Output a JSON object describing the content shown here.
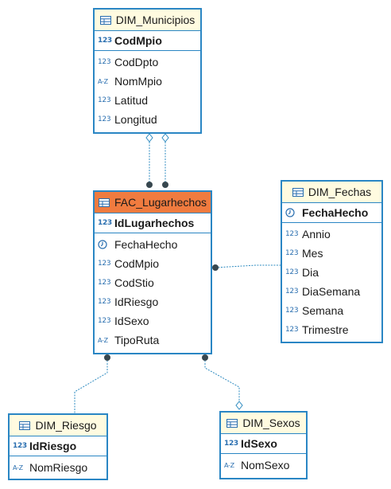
{
  "entities": {
    "dim_municipios": {
      "name": "DIM_Municipios",
      "pk": {
        "name": "CodMpio",
        "type": "123"
      },
      "attrs": [
        {
          "name": "CodDpto",
          "type": "123"
        },
        {
          "name": "NomMpio",
          "type": "A-Z"
        },
        {
          "name": "Latitud",
          "type": "123"
        },
        {
          "name": "Longitud",
          "type": "123"
        }
      ]
    },
    "fac_lugarhechos": {
      "name": "FAC_Lugarhechos",
      "pk": {
        "name": "IdLugarhechos",
        "type": "123"
      },
      "attrs": [
        {
          "name": "FechaHecho",
          "type": "clock"
        },
        {
          "name": "CodMpio",
          "type": "123"
        },
        {
          "name": "CodStio",
          "type": "123"
        },
        {
          "name": "IdRiesgo",
          "type": "123"
        },
        {
          "name": "IdSexo",
          "type": "123"
        },
        {
          "name": "TipoRuta",
          "type": "A-Z"
        }
      ]
    },
    "dim_fechas": {
      "name": "DIM_Fechas",
      "pk": {
        "name": "FechaHecho",
        "type": "clock"
      },
      "attrs": [
        {
          "name": "Annio",
          "type": "123"
        },
        {
          "name": "Mes",
          "type": "123"
        },
        {
          "name": "Dia",
          "type": "123"
        },
        {
          "name": "DiaSemana",
          "type": "123"
        },
        {
          "name": "Semana",
          "type": "123"
        },
        {
          "name": "Trimestre",
          "type": "123"
        }
      ]
    },
    "dim_riesgo": {
      "name": "DIM_Riesgo",
      "pk": {
        "name": "IdRiesgo",
        "type": "123"
      },
      "attrs": [
        {
          "name": "NomRiesgo",
          "type": "A-Z"
        }
      ]
    },
    "dim_sexos": {
      "name": "DIM_Sexos",
      "pk": {
        "name": "IdSexo",
        "type": "123"
      },
      "attrs": [
        {
          "name": "NomSexo",
          "type": "A-Z"
        }
      ]
    }
  },
  "colors": {
    "border": "#2a86c4",
    "header": "#fffbe0",
    "fact_header": "#f07b3f",
    "connector": "#2e8bc0",
    "endpoint": "#37474f"
  }
}
